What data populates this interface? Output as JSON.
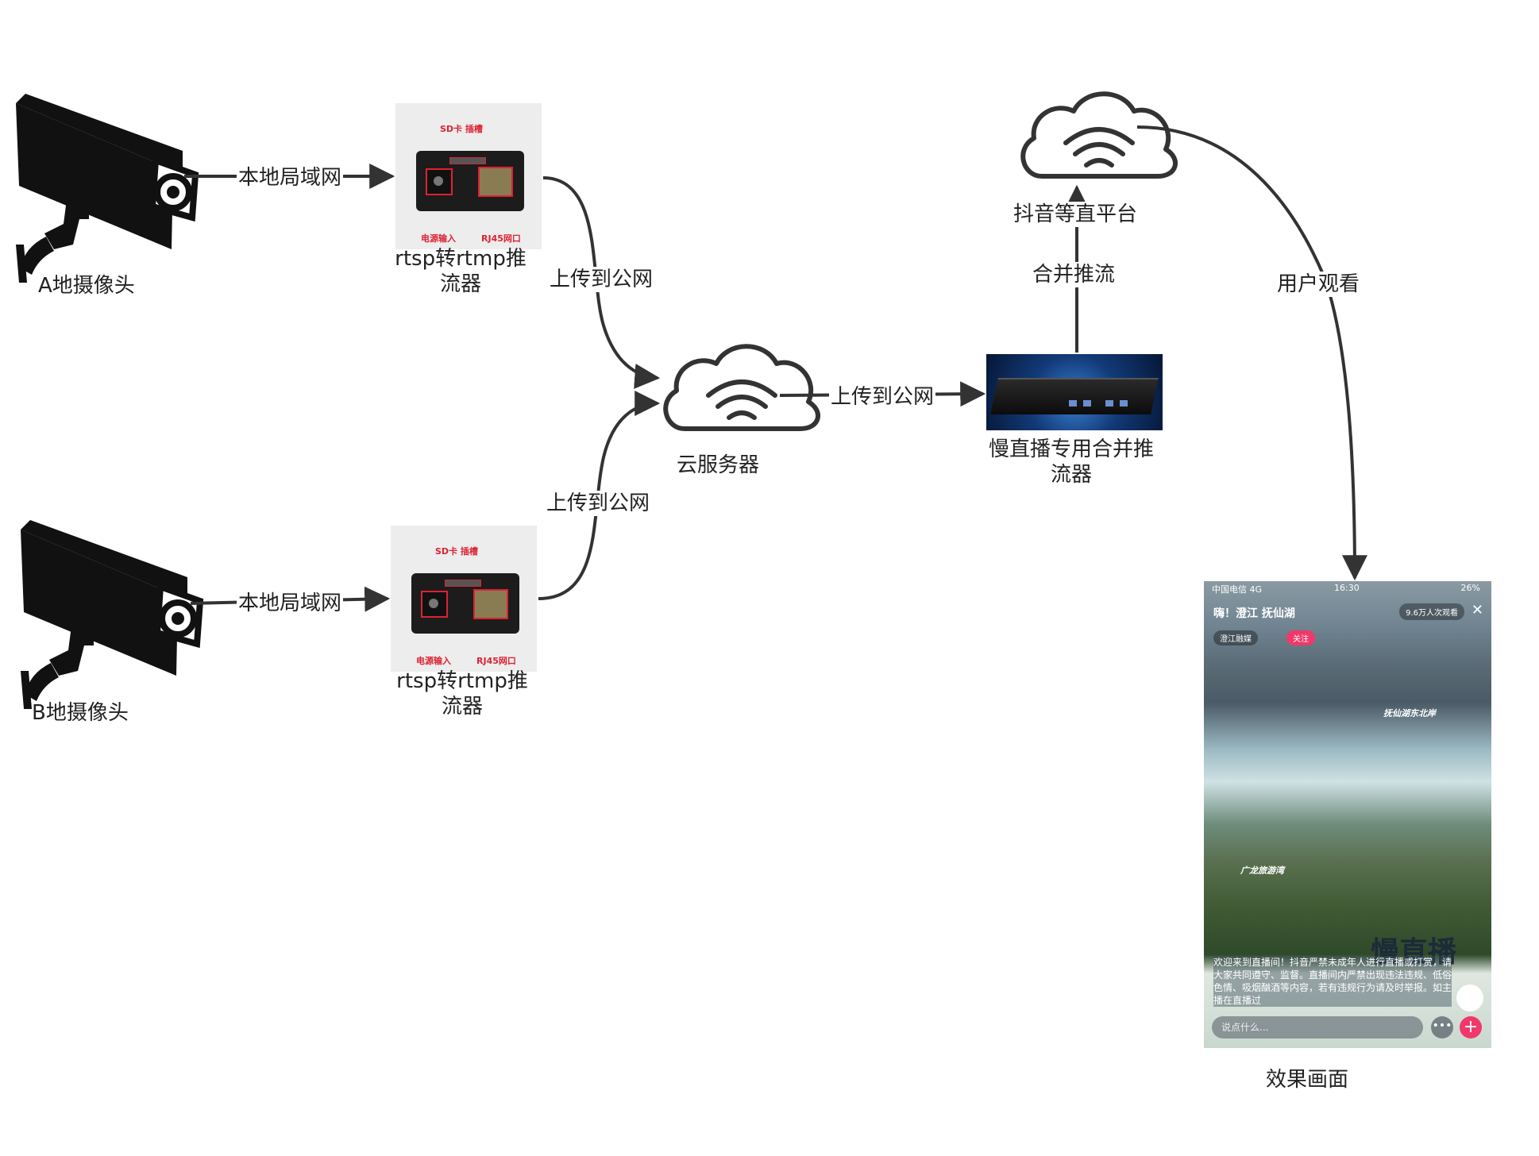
{
  "nodes": {
    "camera_a": "A地摄像头",
    "camera_b": "B地摄像头",
    "pusher_a": [
      "rtsp转rtmp推",
      "流器"
    ],
    "pusher_b": [
      "rtsp转rtmp推",
      "流器"
    ],
    "cloud_server": "云服务器",
    "merger": [
      "慢直播专用合并推",
      "流器"
    ],
    "platform": "抖音等直平台",
    "effect": "效果画面"
  },
  "device_photo": {
    "sd_slot": "SD卡 插槽",
    "power_input": "电源输入",
    "rj45": "RJ45网口"
  },
  "edges": {
    "lan_a": "本地局域网",
    "lan_b": "本地局域网",
    "upload_a": "上传到公网",
    "upload_b": "上传到公网",
    "upload_server": "上传到公网",
    "merge_push": "合并推流",
    "user_watch": "用户观看"
  },
  "phone": {
    "carrier": "中国电信 4G",
    "time": "16:30",
    "battery": "26%",
    "title": "嗨！澄江 抚仙湖",
    "viewers": "9.6万人次观看",
    "close": "✕",
    "channel": "澄江融媒",
    "follow": "关注",
    "caption_top": "抚仙湖东北岸",
    "caption_mid": "广龙旅游湾",
    "brand": "慢直播",
    "notice": "欢迎来到直播间！抖音严禁未成年人进行直播或打赏，请大家共同遵守、监督。直播间内严禁出现违法违规、低俗色情、吸烟酗酒等内容，若有违规行为请及时举报。如主播在直播过",
    "chat_placeholder": "说点什么...",
    "more": "•••",
    "plus": "+"
  },
  "colors": {
    "line": "#333333",
    "label_red": "#dd2233",
    "pink": "#f0386b"
  },
  "icons": [
    "camera-icon",
    "cloud-wifi-icon"
  ]
}
